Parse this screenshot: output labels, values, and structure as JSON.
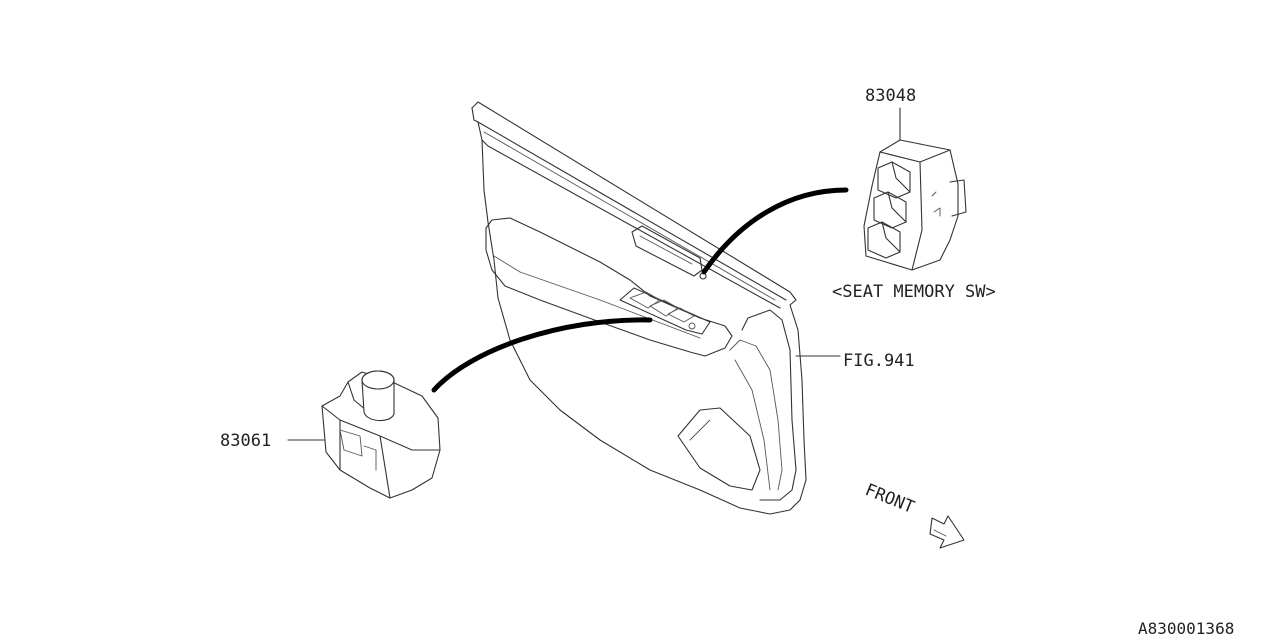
{
  "labels": {
    "seat_memory_part": "83048",
    "seat_memory_caption": "<SEAT MEMORY SW>",
    "figure_ref": "FIG.941",
    "mirror_switch_part": "83061",
    "front_direction": "FRONT",
    "diagram_code": "A830001368"
  }
}
